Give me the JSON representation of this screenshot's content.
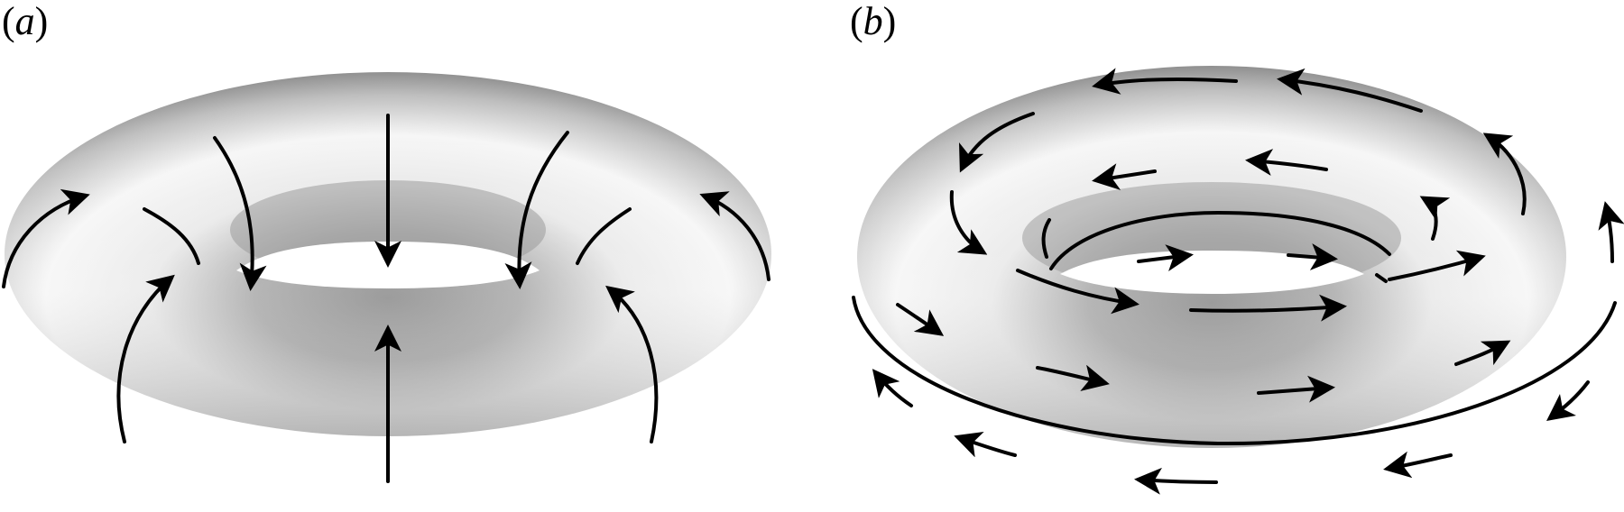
{
  "panels": [
    {
      "id": "a",
      "label_open": "(",
      "label_letter": "a",
      "label_close": ")"
    },
    {
      "id": "b",
      "label_open": "(",
      "label_letter": "b",
      "label_close": ")"
    }
  ],
  "colors": {
    "surface_light": "#ffffff",
    "surface_mid": "#d2d2d2",
    "surface_dark": "#7a7a7a",
    "arrow": "#000000"
  }
}
